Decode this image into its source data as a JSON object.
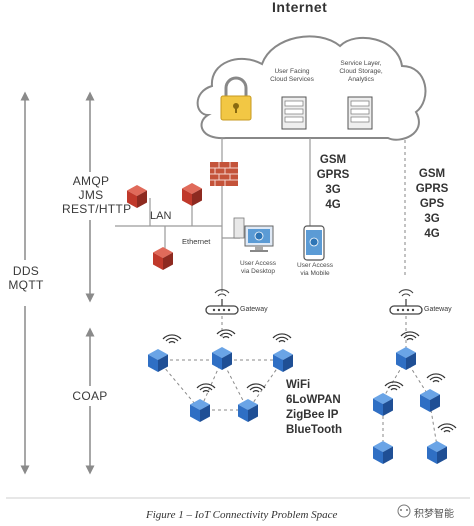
{
  "cloud": {
    "title": "Internet",
    "user_facing": "User Facing\nCloud Services",
    "service_layer": "Service Layer,\nCloud Storage,\nAnalytics"
  },
  "protocols": {
    "left_top": "AMQP\nJMS\nREST/HTTP",
    "left_mid": "DDS\nMQTT",
    "left_bottom": "COAP"
  },
  "labels": {
    "lan": "LAN",
    "ethernet": "Ethernet",
    "desktop": "User Access\nvia Desktop",
    "mobile": "User Access\nvia Mobile",
    "gateway_left": "Gateway",
    "gateway_right": "Gateway"
  },
  "networks": {
    "cellular_mid": "GSM\nGPRS\n3G\n4G",
    "cellular_right": "GSM\nGPRS\nGPS\n3G\n4G",
    "wireless": "WiFi\n6LoWPAN\nZigBee IP\nBlueTooth"
  },
  "caption": "Figure 1 – IoT Connectivity Problem Space",
  "watermark": "积梦智能",
  "colors": {
    "cube": "#2f6fc4",
    "server": "#c0392b",
    "firewall": "#c4533a",
    "lock": "#f2c744",
    "line": "#9a9a9a",
    "arrow": "#8a8a8a"
  }
}
